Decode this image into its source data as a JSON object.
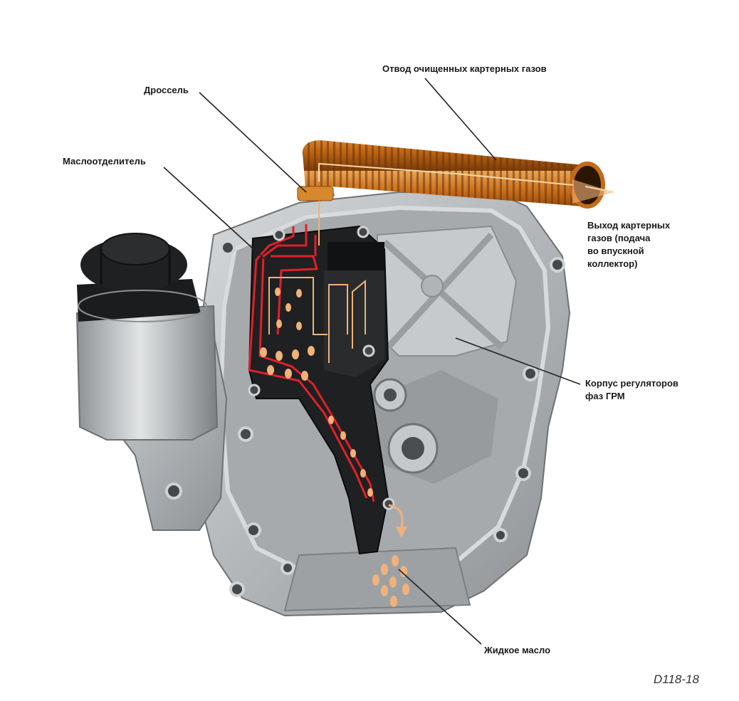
{
  "labels": {
    "drossel": "Дроссель",
    "otvod": "Отвод очищенных картерных газов",
    "maslootdelitel": "Маслоотделитель",
    "vyhod_line1": "Выход картерных",
    "vyhod_line2": "газов (подача",
    "vyhod_line3": "во впускной",
    "vyhod_line4": "коллектор)",
    "korpus_line1": "Корпус регуляторов",
    "korpus_line2": "фаз ГРМ",
    "zhidkoe": "Жидкое масло"
  },
  "figure_ref": "D118-18",
  "colors": {
    "casting": "#b9bcbe",
    "casting_dark": "#7e8285",
    "separator": "#222222",
    "gas_path": "#e0202a",
    "oil": "#f0b27a",
    "hose": "#c8731f",
    "text": "#1a1a1a"
  }
}
